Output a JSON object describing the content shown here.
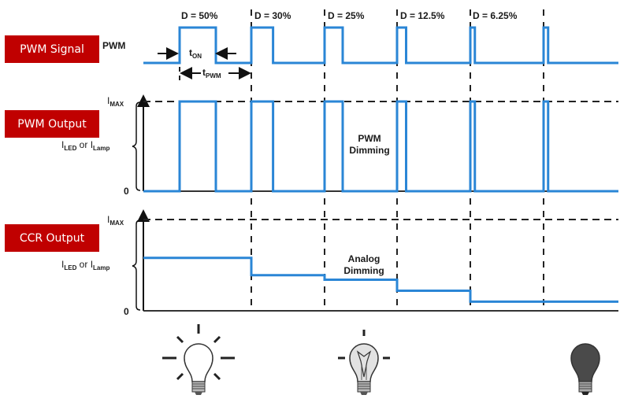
{
  "labels": {
    "pwm_signal": "PWM Signal",
    "pwm_output": "PWM Output",
    "ccr_output": "CCR Output"
  },
  "signal": {
    "name": "PWM",
    "t_on_main": "t",
    "t_on_sub": "ON",
    "t_pwm_main": "t",
    "t_pwm_sub": "PWM"
  },
  "duty_cycles": [
    {
      "label": "D = 50%",
      "value": 0.5
    },
    {
      "label": "D = 30%",
      "value": 0.3
    },
    {
      "label": "D = 25%",
      "value": 0.25
    },
    {
      "label": "D = 12.5%",
      "value": 0.125
    },
    {
      "label": "D = 6.25%",
      "value": 0.0625
    },
    {
      "label": "",
      "value": 0.0625
    }
  ],
  "axis": {
    "imax_main": "I",
    "imax_sub": "MAX",
    "iled_main": "I",
    "iled_sub": "LED",
    "or": " or ",
    "ilamp_main": "I",
    "ilamp_sub": "Lamp",
    "zero": "0"
  },
  "pwm_output": {
    "annotation_line1": "PWM",
    "annotation_line2": "Dimming"
  },
  "ccr_output": {
    "annotation_line1": "Analog",
    "annotation_line2": "Dimming",
    "levels": [
      0.58,
      0.39,
      0.34,
      0.22,
      0.1,
      0.1
    ]
  },
  "bulbs": [
    {
      "icon": "bright-bulb-icon",
      "state": "bright"
    },
    {
      "icon": "dim-bulb-icon",
      "state": "dim"
    },
    {
      "icon": "off-bulb-icon",
      "state": "off"
    }
  ],
  "colors": {
    "signal": "#2a86d6",
    "label_bg": "#c00000",
    "dashed": "#222222"
  }
}
